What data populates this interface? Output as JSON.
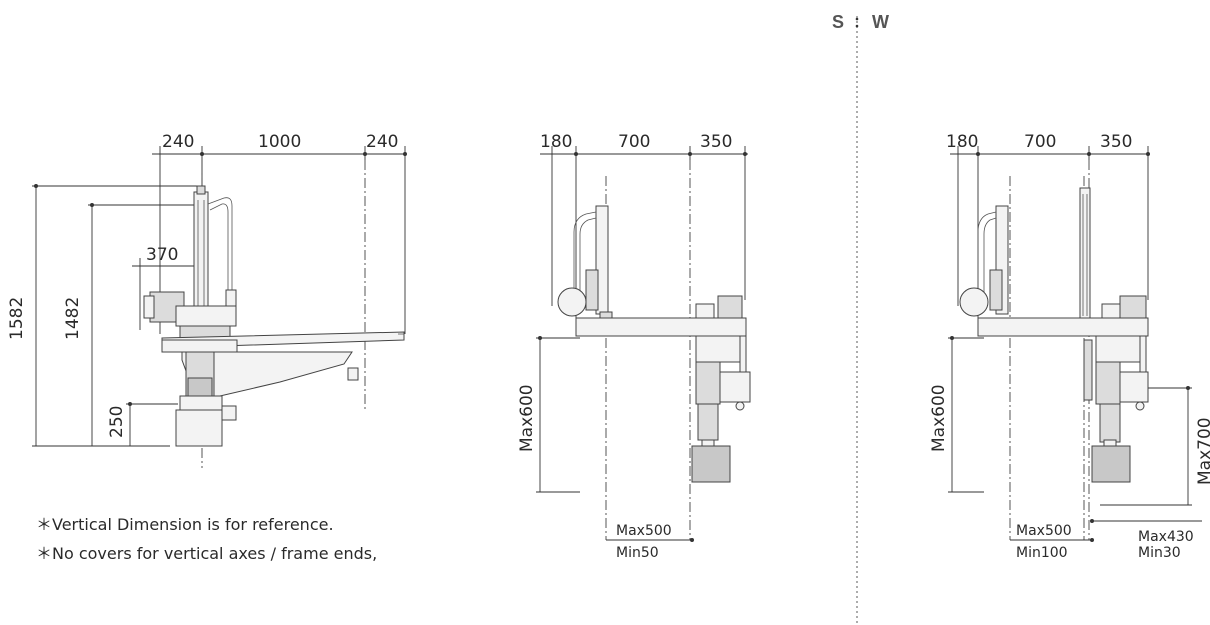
{
  "header": {
    "label_s": "S",
    "label_w": "W"
  },
  "left_view": {
    "dims": {
      "top_left": "240",
      "top_mid": "1000",
      "top_right": "240",
      "inner": "370",
      "height_total": "1582",
      "height_upper": "1482",
      "height_base": "250"
    }
  },
  "notes": {
    "line1": "＊Vertical Dimension is for reference.",
    "line2": "＊No covers for vertical axes / frame ends,"
  },
  "s_view": {
    "dims": {
      "top_left": "180",
      "top_mid": "700",
      "top_right": "350",
      "vertical": "Max600",
      "stroke_max": "Max500",
      "stroke_min": "Min50"
    }
  },
  "w_view": {
    "dims": {
      "top_left": "180",
      "top_mid": "700",
      "top_right": "350",
      "vertical_left": "Max600",
      "vertical_right": "Max700",
      "stroke_max": "Max500",
      "stroke_min": "Min100",
      "side_max": "Max430",
      "side_min": "Min30"
    }
  }
}
